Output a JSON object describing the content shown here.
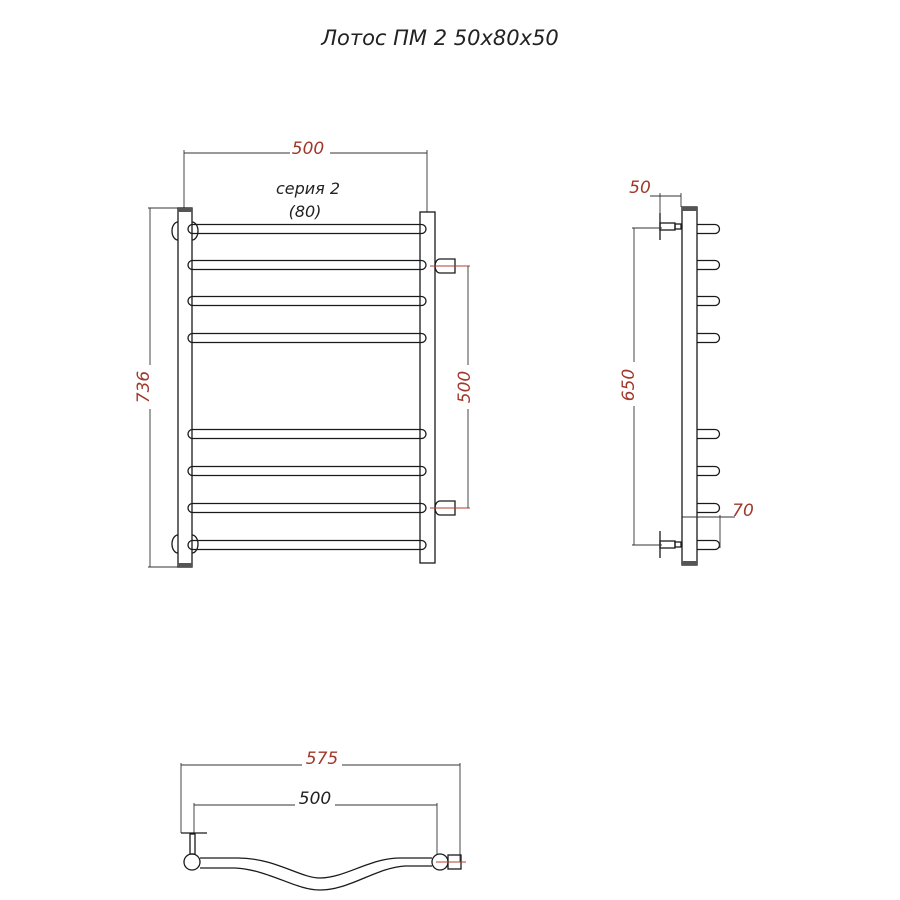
{
  "title": "Лотос ПМ 2 50x80x50",
  "front_view": {
    "series_label": "серия 2",
    "series_code": "(80)",
    "dim_width": "500",
    "dim_height": "736",
    "dim_connection": "500"
  },
  "side_view": {
    "dim_wall_offset": "50",
    "dim_mount_distance": "650",
    "dim_depth": "70"
  },
  "top_view": {
    "dim_overall": "575",
    "dim_center": "500"
  },
  "colors": {
    "dimension_text": "#a0382a",
    "line": "#1a1a1a"
  }
}
